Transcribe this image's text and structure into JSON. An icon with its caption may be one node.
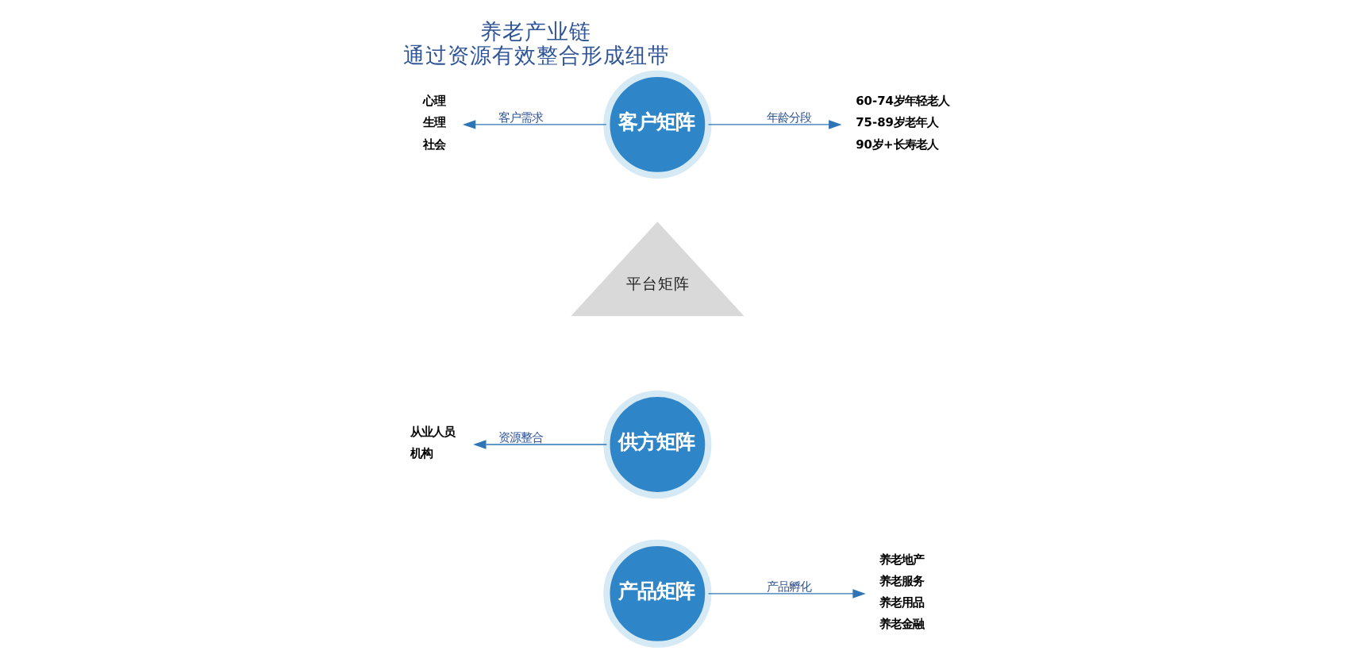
{
  "diagram": {
    "title": "养老产业链",
    "caption": "通过资源有效整合形成纽带",
    "nodes": [
      {
        "text": [
          "平台矩阵"
        ]
      },
      {
        "text": [
          "客户矩阵"
        ]
      },
      {
        "text": [
          "供方矩阵"
        ]
      },
      {
        "text": [
          "产品矩阵"
        ]
      },
      {
        "text": [
          "心理",
          "生理",
          "社会"
        ]
      },
      {
        "text": [
          "60-74岁年轻老人",
          "75-89岁老年人",
          "90岁+长寿老人"
        ]
      },
      {
        "text": [
          "从业人员",
          "机构"
        ]
      },
      {
        "text": [
          "养老地产",
          "养老服务",
          "养老用品",
          "养老金融"
        ]
      }
    ],
    "edges": [
      {
        "from": 1,
        "to": 4,
        "arrow": "to",
        "label": "客户需求"
      },
      {
        "from": 1,
        "to": 5,
        "arrow": "to",
        "label": "年龄分段"
      },
      {
        "from": 2,
        "to": 6,
        "arrow": "to",
        "label": "资源整合"
      },
      {
        "from": 3,
        "to": 7,
        "arrow": "to",
        "label": "产品孵化"
      }
    ]
  }
}
